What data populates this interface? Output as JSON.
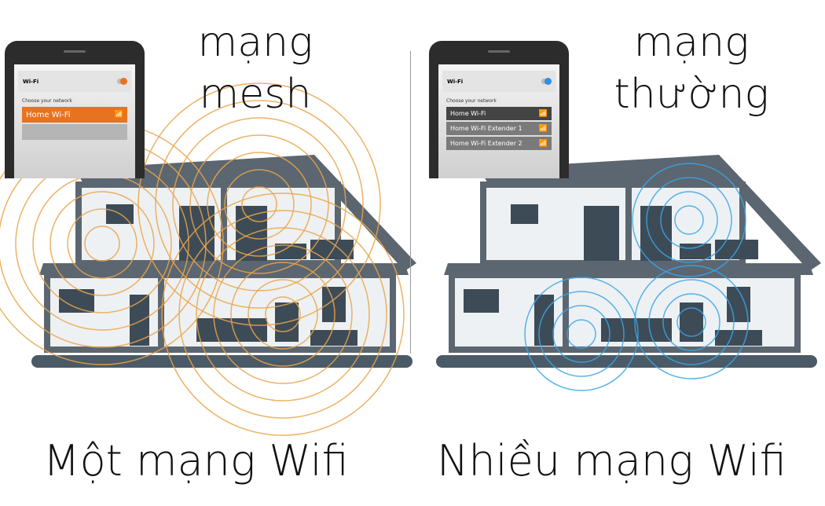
{
  "left": {
    "heading_line1": "mạng",
    "heading_line2": "mesh",
    "caption": "Một mạng Wifi",
    "phone": {
      "title": "Wi-Fi",
      "choose": "Choose your network",
      "networks": [
        "Home Wi-Fi"
      ]
    },
    "accent": "#e8731f",
    "signal_color": "#eaa54a"
  },
  "right": {
    "heading_line1": "mạng",
    "heading_line2": "thường",
    "caption": "Nhiều mạng Wifi",
    "phone": {
      "title": "Wi-Fi",
      "choose": "Choose your network",
      "networks": [
        "Home Wi-Fi",
        "Home Wi-Fi  Extender 1",
        "Home Wi-Fi  Extender 2"
      ]
    },
    "accent": "#2f8fe0",
    "signal_color": "#3aa6e6"
  },
  "icons": {
    "wifi": "wifi-icon"
  },
  "house_color": "#5b6670"
}
